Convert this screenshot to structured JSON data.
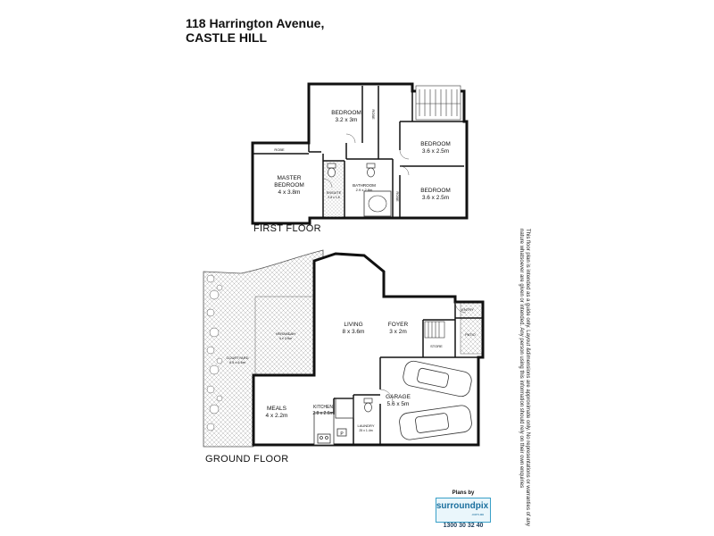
{
  "header": {
    "address_line1": "118 Harrington Avenue,",
    "address_line2": "CASTLE HILL"
  },
  "first_floor": {
    "label": "FIRST FLOOR",
    "rooms": {
      "bedroom_top": {
        "name": "BEDROOM",
        "size": "3.2 x 3m"
      },
      "bedroom_right_top": {
        "name": "BEDROOM",
        "size": "3.6 x 2.5m"
      },
      "bedroom_right_bottom": {
        "name": "BEDROOM",
        "size": "3.6 x 2.5m"
      },
      "master": {
        "name1": "MASTER",
        "name2": "BEDROOM",
        "size": "4 x 3.8m"
      },
      "bathroom": {
        "name": "BATHROOM",
        "size": "2.9 x 2.8m"
      },
      "ensuite": {
        "name": "ENSUITE",
        "size": "2.6 x 1.6"
      },
      "robe_top": "ROBE",
      "robe_left": "ROBE",
      "robe_right": "ROBE"
    }
  },
  "ground_floor": {
    "label": "GROUND FLOOR",
    "rooms": {
      "living": {
        "name": "LIVING",
        "size": "8 x 3.6m"
      },
      "foyer": {
        "name": "FOYER",
        "size": "3 x 2m"
      },
      "verandah": {
        "name": "VERANDAH",
        "size": "4 x 3.6m"
      },
      "courtyard": {
        "name": "COURTYARD",
        "size": "6.5 x 6.6m"
      },
      "meals": {
        "name": "MEALS",
        "size": "4 x 2.2m"
      },
      "kitchen": {
        "name": "KITCHEN",
        "size": "2.8 x 2.6m"
      },
      "laundry": {
        "name": "LAUNDRY",
        "size": "25 x 1.4m"
      },
      "garage": {
        "name": "GARAGE",
        "size": "5.6 x 5m"
      },
      "store": "STORE",
      "entry": "ENTRY",
      "patio": "PATIO",
      "pantry": "P"
    }
  },
  "disclaimer": "This floor plan is intended as a guide only. Layout &dimensions are approximate only. No representations or warranties of any nature whatsoever are given or intended. Any person using this information should rely on their own enquiries",
  "logo": {
    "plans_by": "Plans by",
    "brand": "surroundpix",
    "tld": ".com.au",
    "phone": "1300 30 32 40"
  }
}
